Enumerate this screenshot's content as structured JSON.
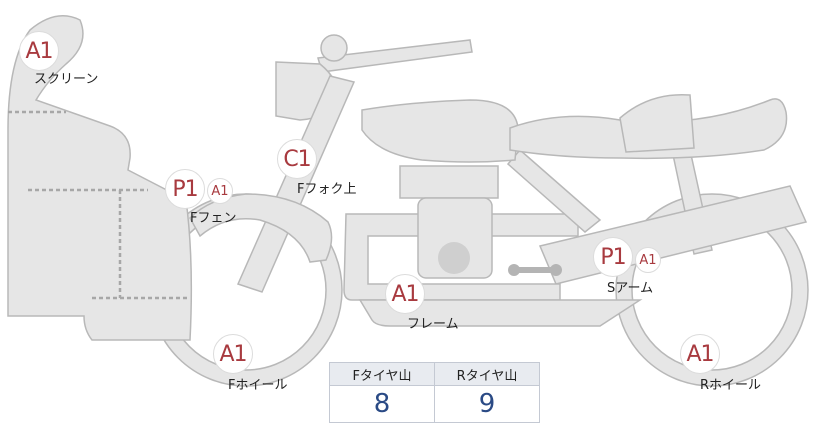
{
  "colors": {
    "part_fill": "#e6e6e6",
    "part_stroke": "#b8b8b8",
    "marker_text": "#a83a3f",
    "value_text": "#2a4a85",
    "table_header_bg": "#e8ebf0"
  },
  "parts": {
    "screen": {
      "grade": "A1",
      "label": "スクリーン"
    },
    "front_fender": {
      "grade": "P1",
      "sub_grade": "A1",
      "label": "Fフェン"
    },
    "front_fork_upper": {
      "grade": "C1",
      "label": "Fフォク上"
    },
    "frame": {
      "grade": "A1",
      "label": "フレーム"
    },
    "swing_arm": {
      "grade": "P1",
      "sub_grade": "A1",
      "label": "Sアーム"
    },
    "front_wheel": {
      "grade": "A1",
      "label": "Fホイール"
    },
    "rear_wheel": {
      "grade": "A1",
      "label": "Rホイール"
    }
  },
  "tread": {
    "front_header": "Fタイヤ山",
    "rear_header": "Rタイヤ山",
    "front_value": "8",
    "rear_value": "9"
  }
}
